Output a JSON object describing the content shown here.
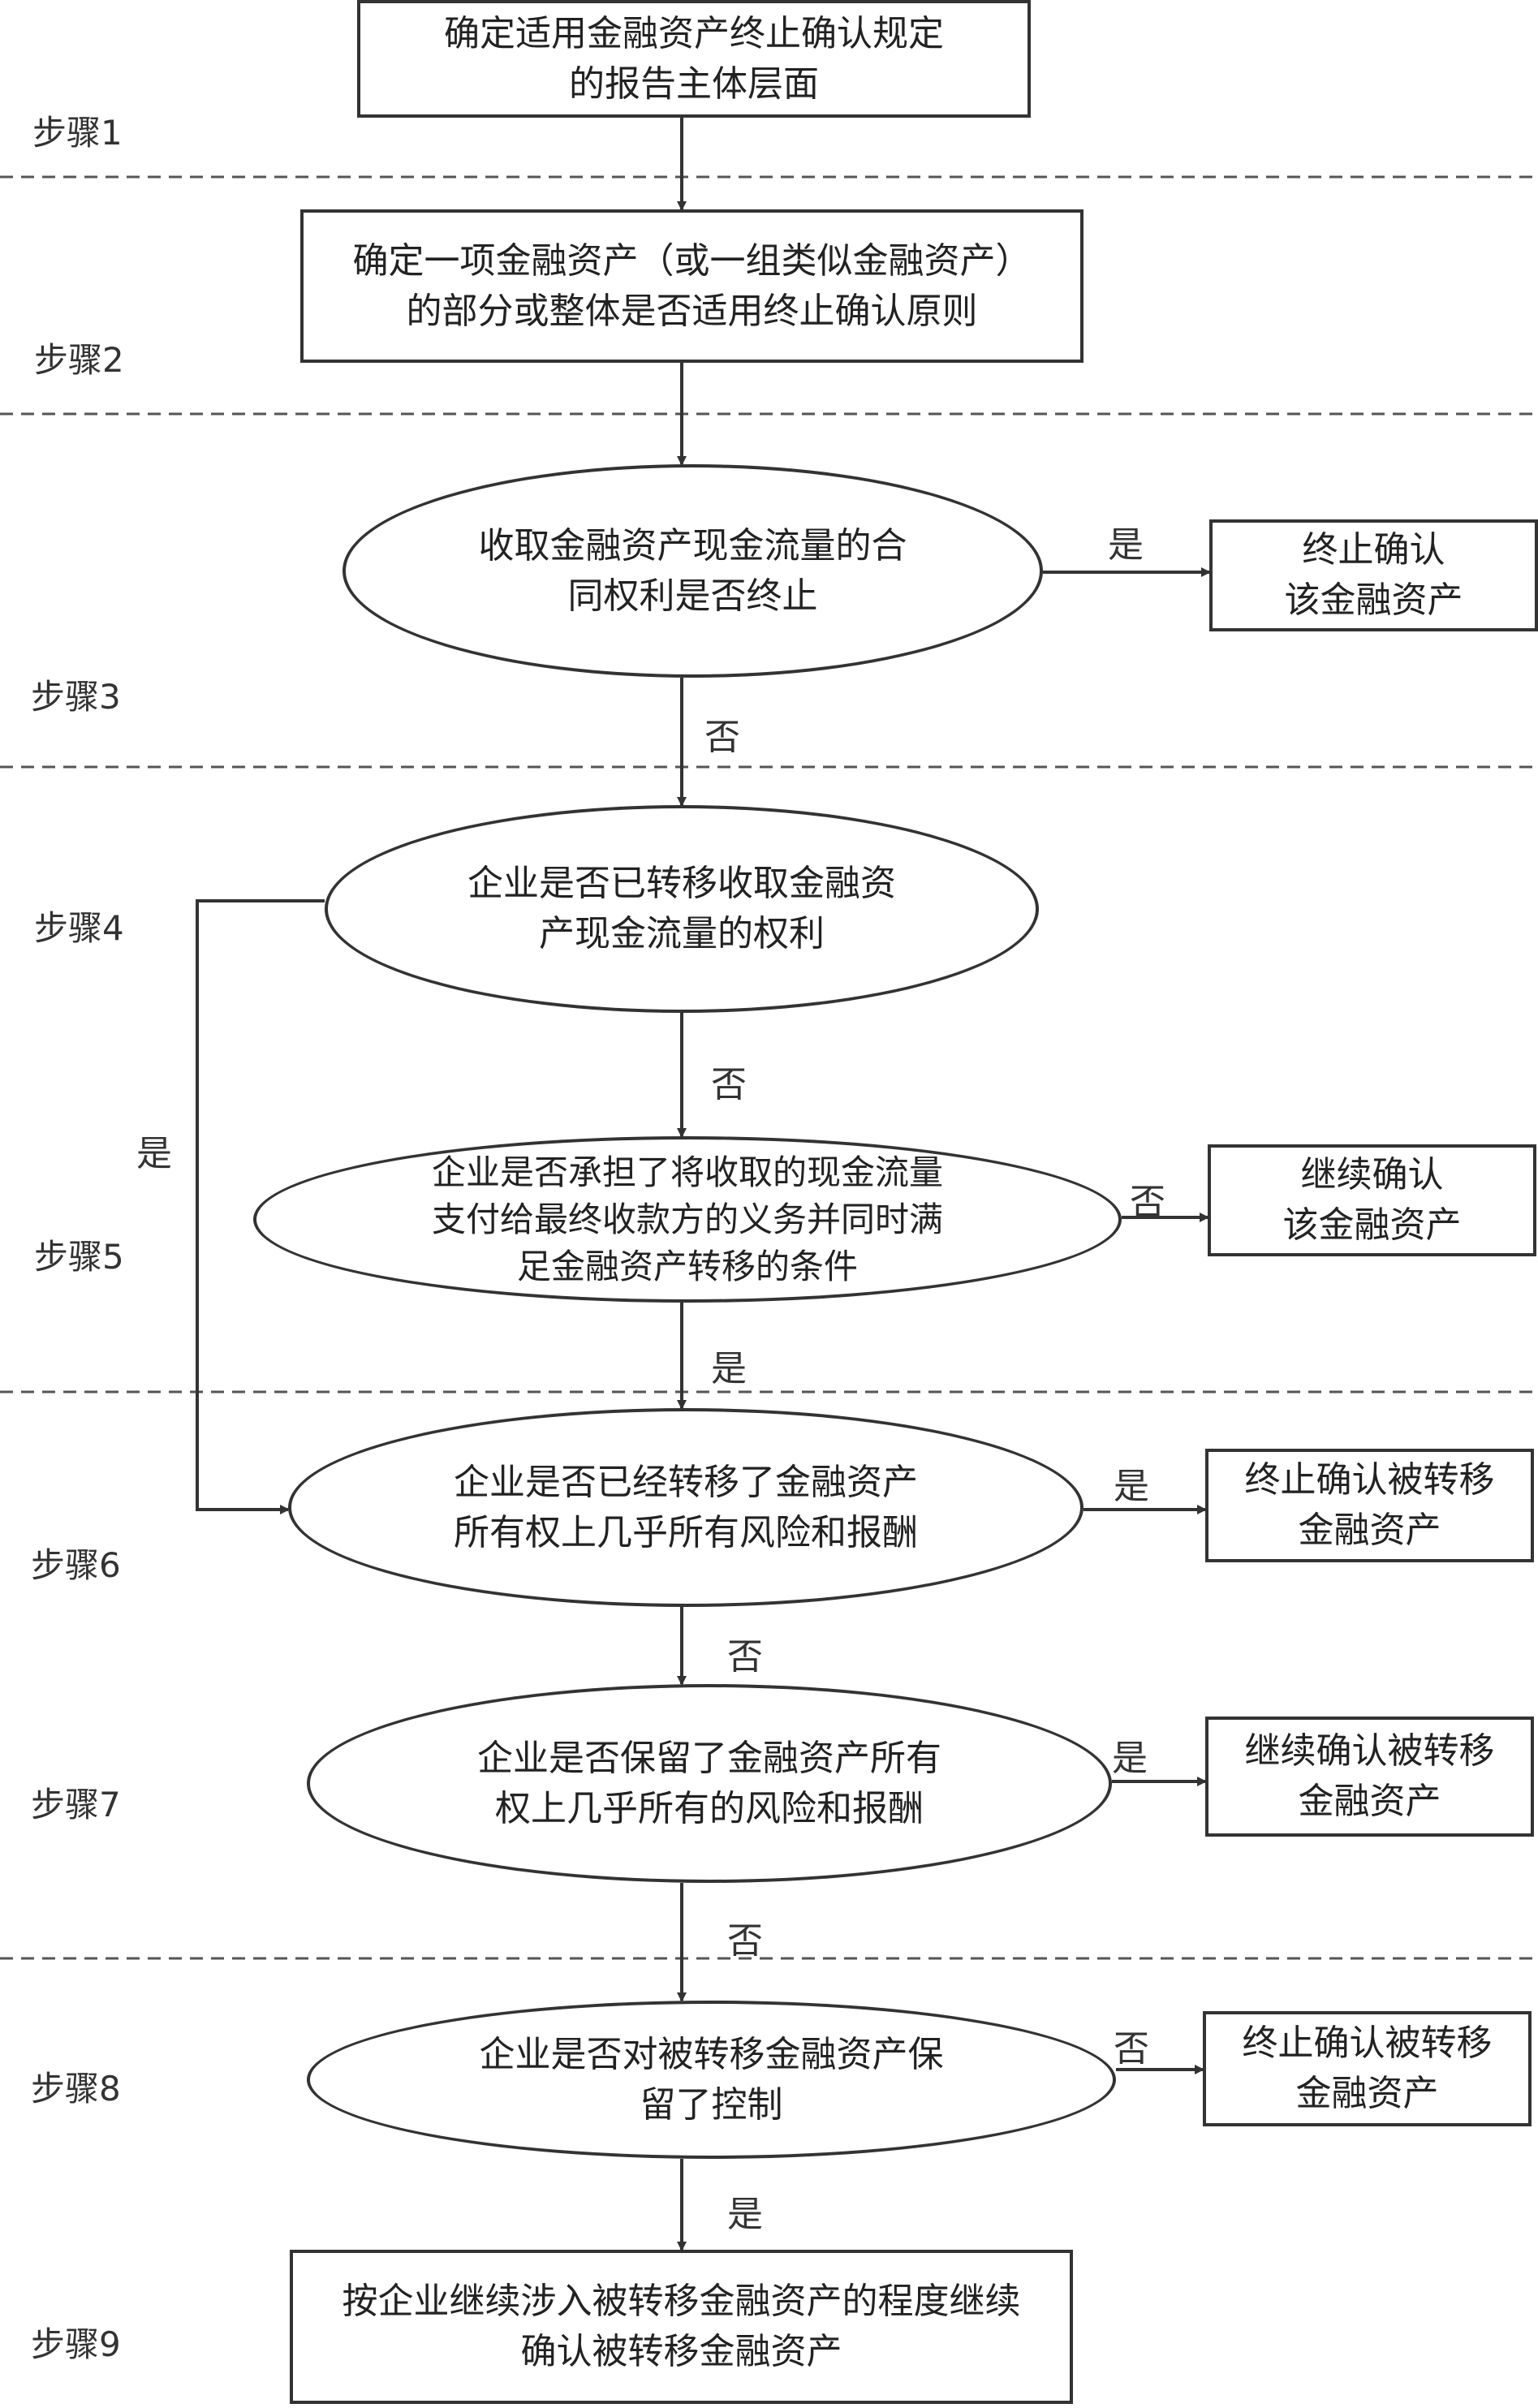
{
  "steps": [
    "步骤1",
    "步骤2",
    "步骤3",
    "步骤4",
    "步骤5",
    "步骤6",
    "步骤7",
    "步骤8",
    "步骤9"
  ],
  "nodes": {
    "n1": [
      "确定适用金融资产终止确认规定",
      "的报告主体层面"
    ],
    "n2": [
      "确定一项金融资产（或一组类似金融资产）",
      "的部分或整体是否适用终止确认原则"
    ],
    "n3": [
      "收取金融资产现金流量的合",
      "同权利是否终止"
    ],
    "r3": [
      "终止确认",
      "该金融资产"
    ],
    "n4": [
      "企业是否已转移收取金融资",
      "产现金流量的权利"
    ],
    "n5": [
      "企业是否承担了将收取的现金流量",
      "支付给最终收款方的义务并同时满",
      "足金融资产转移的条件"
    ],
    "r5": [
      "继续确认",
      "该金融资产"
    ],
    "n6": [
      "企业是否已经转移了金融资产",
      "所有权上几乎所有风险和报酬"
    ],
    "r6": [
      "终止确认被转移",
      "金融资产"
    ],
    "n7": [
      "企业是否保留了金融资产所有",
      "权上几乎所有的风险和报酬"
    ],
    "r7": [
      "继续确认被转移",
      "金融资产"
    ],
    "n8": [
      "企业是否对被转移金融资产保",
      "留了控制"
    ],
    "r8": [
      "终止确认被转移",
      "金融资产"
    ],
    "n9": [
      "按企业继续涉入被转移金融资产的程度继续",
      "确认被转移金融资产"
    ]
  },
  "labels": {
    "yes": "是",
    "no": "否"
  }
}
